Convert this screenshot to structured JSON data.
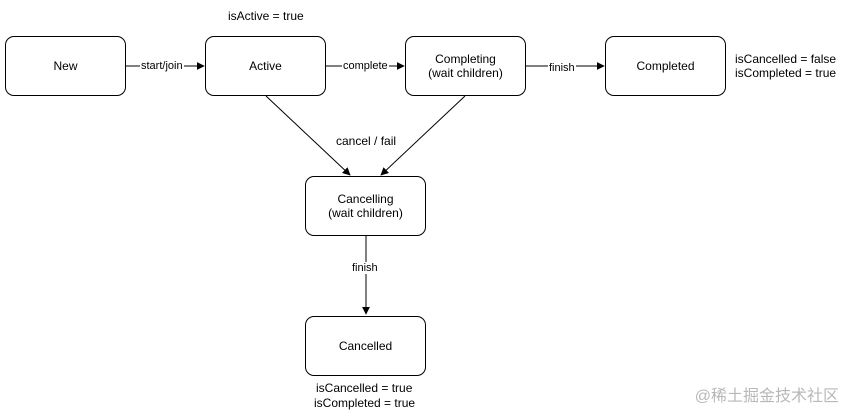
{
  "states": {
    "new": {
      "label": "New"
    },
    "active": {
      "label": "Active"
    },
    "completing": {
      "line1": "Completing",
      "line2": "(wait children)"
    },
    "completed": {
      "label": "Completed"
    },
    "cancelling": {
      "line1": "Cancelling",
      "line2": "(wait children)"
    },
    "cancelled": {
      "label": "Cancelled"
    }
  },
  "transitions": {
    "start_join": "start/join",
    "complete": "complete",
    "finish_completed": "finish",
    "cancel_fail": "cancel / fail",
    "finish_cancelled": "finish"
  },
  "notes": {
    "active": "isActive = true",
    "completed_line1": "isCancelled = false",
    "completed_line2": "isCompleted = true",
    "cancelled_line1": "isCancelled = true",
    "cancelled_line2": "isCompleted = true"
  },
  "watermark": "@稀土掘金技术社区"
}
